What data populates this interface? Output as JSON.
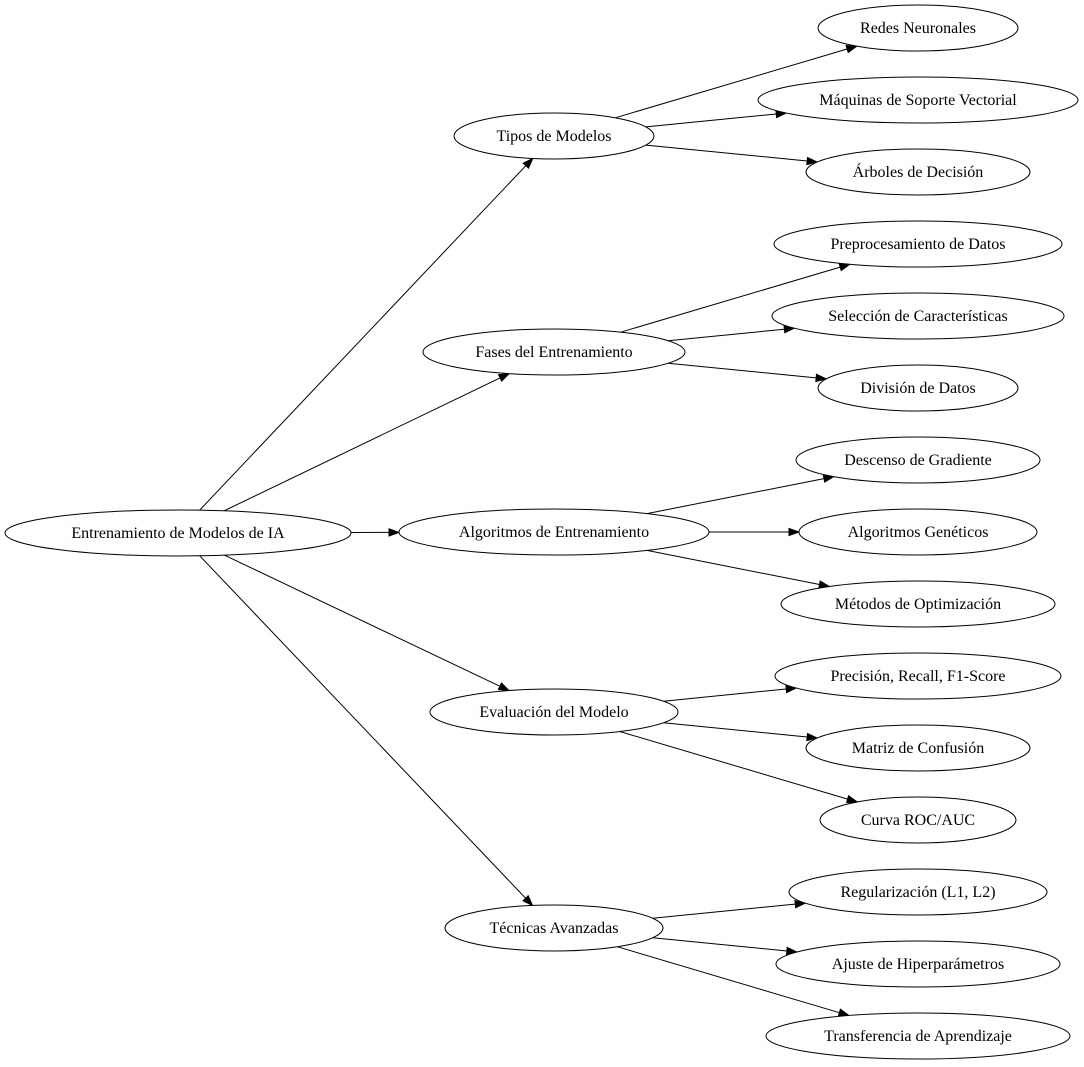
{
  "diagram": {
    "nodes": [
      {
        "id": "root",
        "label": "Entrenamiento de Modelos de IA"
      },
      {
        "id": "tipos",
        "label": "Tipos de Modelos"
      },
      {
        "id": "fases",
        "label": "Fases del Entrenamiento"
      },
      {
        "id": "algo",
        "label": "Algoritmos de Entrenamiento"
      },
      {
        "id": "eval",
        "label": "Evaluación del Modelo"
      },
      {
        "id": "tec",
        "label": "Técnicas Avanzadas"
      },
      {
        "id": "redes",
        "label": "Redes Neuronales"
      },
      {
        "id": "svm",
        "label": "Máquinas de Soporte Vectorial"
      },
      {
        "id": "arboles",
        "label": "Árboles de Decisión"
      },
      {
        "id": "prepro",
        "label": "Preprocesamiento de Datos"
      },
      {
        "id": "selec",
        "label": "Selección de Características"
      },
      {
        "id": "divi",
        "label": "División de Datos"
      },
      {
        "id": "desc",
        "label": "Descenso de Gradiente"
      },
      {
        "id": "genet",
        "label": "Algoritmos Genéticos"
      },
      {
        "id": "optim",
        "label": "Métodos de Optimización"
      },
      {
        "id": "prec",
        "label": "Precisión, Recall, F1-Score"
      },
      {
        "id": "matriz",
        "label": "Matriz de Confusión"
      },
      {
        "id": "roc",
        "label": "Curva ROC/AUC"
      },
      {
        "id": "regul",
        "label": "Regularización (L1, L2)"
      },
      {
        "id": "ajuste",
        "label": "Ajuste de Hiperparámetros"
      },
      {
        "id": "trans",
        "label": "Transferencia de Aprendizaje"
      }
    ],
    "edges": [
      {
        "from": "root",
        "to": "tipos"
      },
      {
        "from": "root",
        "to": "fases"
      },
      {
        "from": "root",
        "to": "algo"
      },
      {
        "from": "root",
        "to": "eval"
      },
      {
        "from": "root",
        "to": "tec"
      },
      {
        "from": "tipos",
        "to": "redes"
      },
      {
        "from": "tipos",
        "to": "svm"
      },
      {
        "from": "tipos",
        "to": "arboles"
      },
      {
        "from": "fases",
        "to": "prepro"
      },
      {
        "from": "fases",
        "to": "selec"
      },
      {
        "from": "fases",
        "to": "divi"
      },
      {
        "from": "algo",
        "to": "desc"
      },
      {
        "from": "algo",
        "to": "genet"
      },
      {
        "from": "algo",
        "to": "optim"
      },
      {
        "from": "eval",
        "to": "prec"
      },
      {
        "from": "eval",
        "to": "matriz"
      },
      {
        "from": "eval",
        "to": "roc"
      },
      {
        "from": "tec",
        "to": "regul"
      },
      {
        "from": "tec",
        "to": "ajuste"
      },
      {
        "from": "tec",
        "to": "trans"
      }
    ]
  }
}
